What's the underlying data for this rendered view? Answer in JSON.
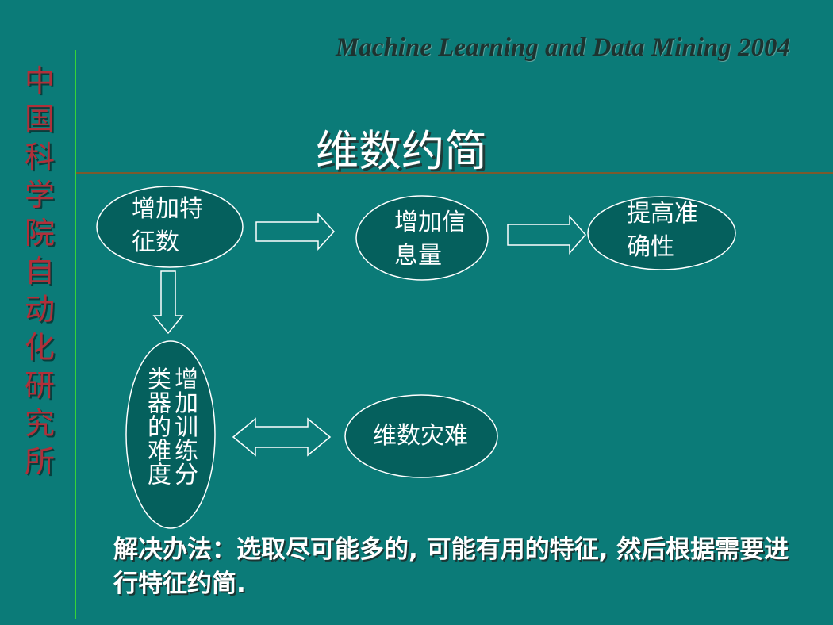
{
  "header": {
    "vertical_title": "中国科学院自动化研究所",
    "top_right": "Machine Learning and Data Mining 2004",
    "slide_title": "维数约简"
  },
  "nodes": {
    "add_features": "增加特征数",
    "add_information": "增加信息量",
    "improve_accuracy": "提高准确性",
    "training_difficulty": "增加训练分类器的难度",
    "curse_of_dimensionality": "维数灾难"
  },
  "solution": "解决办法：选取尽可能多的, 可能有用的特征, 然后根据需要进行特征约简.",
  "colors": {
    "background": "#0b7b78",
    "node_fill": "#05605d",
    "outline": "#ffffff",
    "vertical_title": "#b0303a",
    "rule": "#7b5a2e",
    "green_line": "#36d436"
  },
  "icons": {
    "edge_features_to_info": "right-arrow-icon",
    "edge_info_to_accuracy": "right-arrow-icon",
    "edge_features_to_difficulty": "down-arrow-icon",
    "edge_difficulty_curse": "double-arrow-icon"
  }
}
